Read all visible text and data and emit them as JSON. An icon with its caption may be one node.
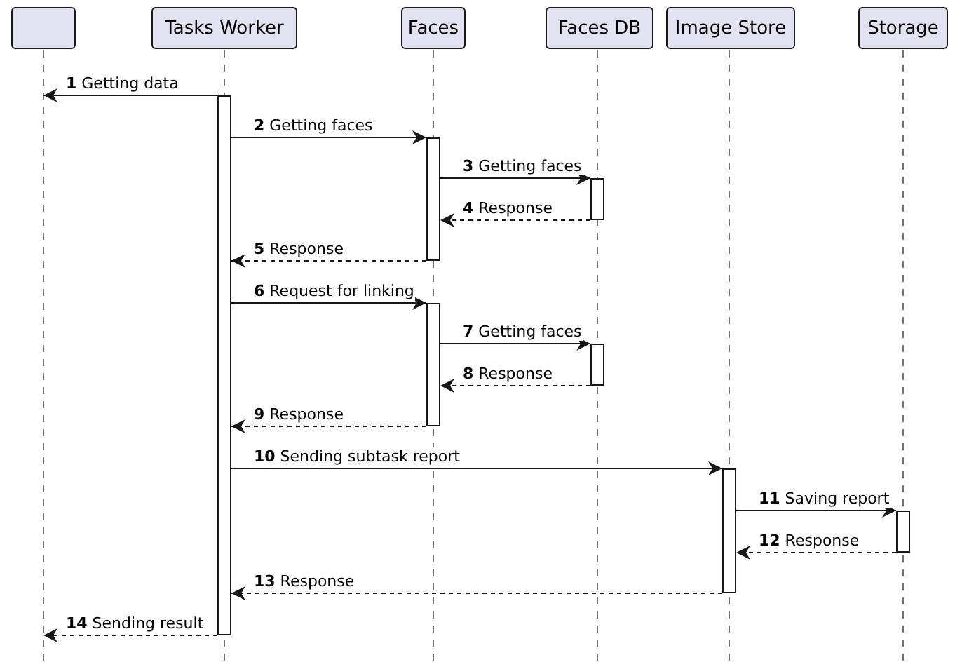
{
  "diagram": {
    "nodes": [
      {
        "text": [],
        "shape": "box"
      },
      {
        "text": [
          "Tasks Worker"
        ]
      },
      {
        "text": [
          "Faces"
        ]
      },
      {
        "text": [
          "Faces DB"
        ]
      },
      {
        "text": [
          "Image Store"
        ]
      },
      {
        "text": [
          "Storage"
        ]
      },
      {
        "text": [],
        "shape": "bar"
      },
      {
        "text": [],
        "shape": "bar"
      },
      {
        "text": [],
        "shape": "bar"
      },
      {
        "text": [],
        "shape": "bar"
      },
      {
        "text": [],
        "shape": "bar"
      },
      {
        "text": [],
        "shape": "bar"
      },
      {
        "text": [],
        "shape": "bar"
      }
    ],
    "edges": [
      {
        "from": 6,
        "to": 0,
        "arrow": "to",
        "label": "**1** Getting data"
      },
      {
        "from": 6,
        "to": 7,
        "arrow": "to",
        "label": "**2** Getting faces"
      },
      {
        "from": 7,
        "to": 8,
        "arrow": "to",
        "label": "**3** Getting faces"
      },
      {
        "from": 8,
        "to": 7,
        "arrow": "to",
        "label": "**4** Response",
        "style": "dashed"
      },
      {
        "from": 7,
        "to": 6,
        "arrow": "to",
        "label": "**5** Response",
        "style": "dashed"
      },
      {
        "from": 6,
        "to": 9,
        "arrow": "to",
        "label": "**6** Request for linking"
      },
      {
        "from": 9,
        "to": 10,
        "arrow": "to",
        "label": "**7** Getting faces"
      },
      {
        "from": 10,
        "to": 9,
        "arrow": "to",
        "label": "**8** Response",
        "style": "dashed"
      },
      {
        "from": 9,
        "to": 6,
        "arrow": "to",
        "label": "**9** Response",
        "style": "dashed"
      },
      {
        "from": 6,
        "to": 11,
        "arrow": "to",
        "label": "**10** Sending subtask report"
      },
      {
        "from": 11,
        "to": 12,
        "arrow": "to",
        "label": "**11** Saving report"
      },
      {
        "from": 12,
        "to": 11,
        "arrow": "to",
        "label": "**12** Response",
        "style": "dashed"
      },
      {
        "from": 11,
        "to": 6,
        "arrow": "to",
        "label": "**13** Response",
        "style": "dashed"
      },
      {
        "from": 6,
        "to": 0,
        "arrow": "to",
        "label": "**14** Sending result",
        "style": "dashed"
      }
    ]
  }
}
